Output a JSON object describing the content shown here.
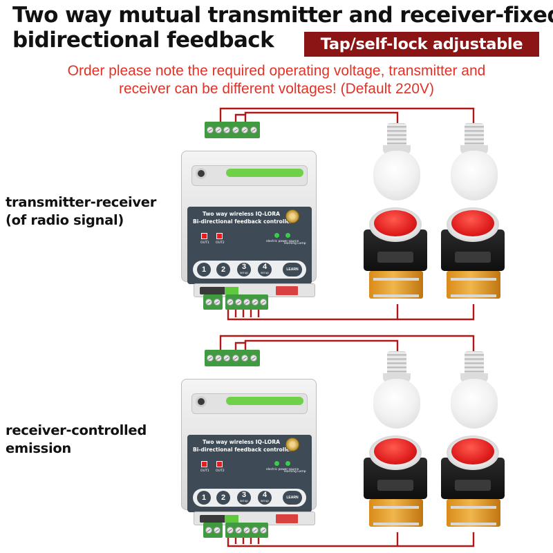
{
  "title": {
    "line1": "Two way mutual transmitter and receiver-fixed",
    "line2": "bidirectional feedback",
    "badge": "Tap/self-lock adjustable"
  },
  "note": {
    "line1": "Order please note the required operating voltage, transmitter and",
    "line2": "receiver can be different voltages! (Default 220V)"
  },
  "module": {
    "line1": "Two way wireless IQ-LORA",
    "line2": "Bi-directional feedback controller",
    "out1": "OUT1",
    "out2": "OUT2",
    "power_label": "electric power source",
    "learning_label": "learning Lamp",
    "keys": [
      "1",
      "2",
      "3",
      "4",
      "LEARN"
    ],
    "setup": "set up"
  },
  "labels": {
    "a_line1": "transmitter-receiver",
    "a_line2": "(of radio signal)",
    "b_line1": "receiver-controlled",
    "b_line2": "emission"
  },
  "colors": {
    "title_text": "#111111",
    "badge_bg": "#8b1414",
    "note_text": "#e03228",
    "wire": "#b11818",
    "panel": "#3e4a55",
    "terminal_green": "#3f9a40",
    "button_red": "#e01e1e"
  }
}
